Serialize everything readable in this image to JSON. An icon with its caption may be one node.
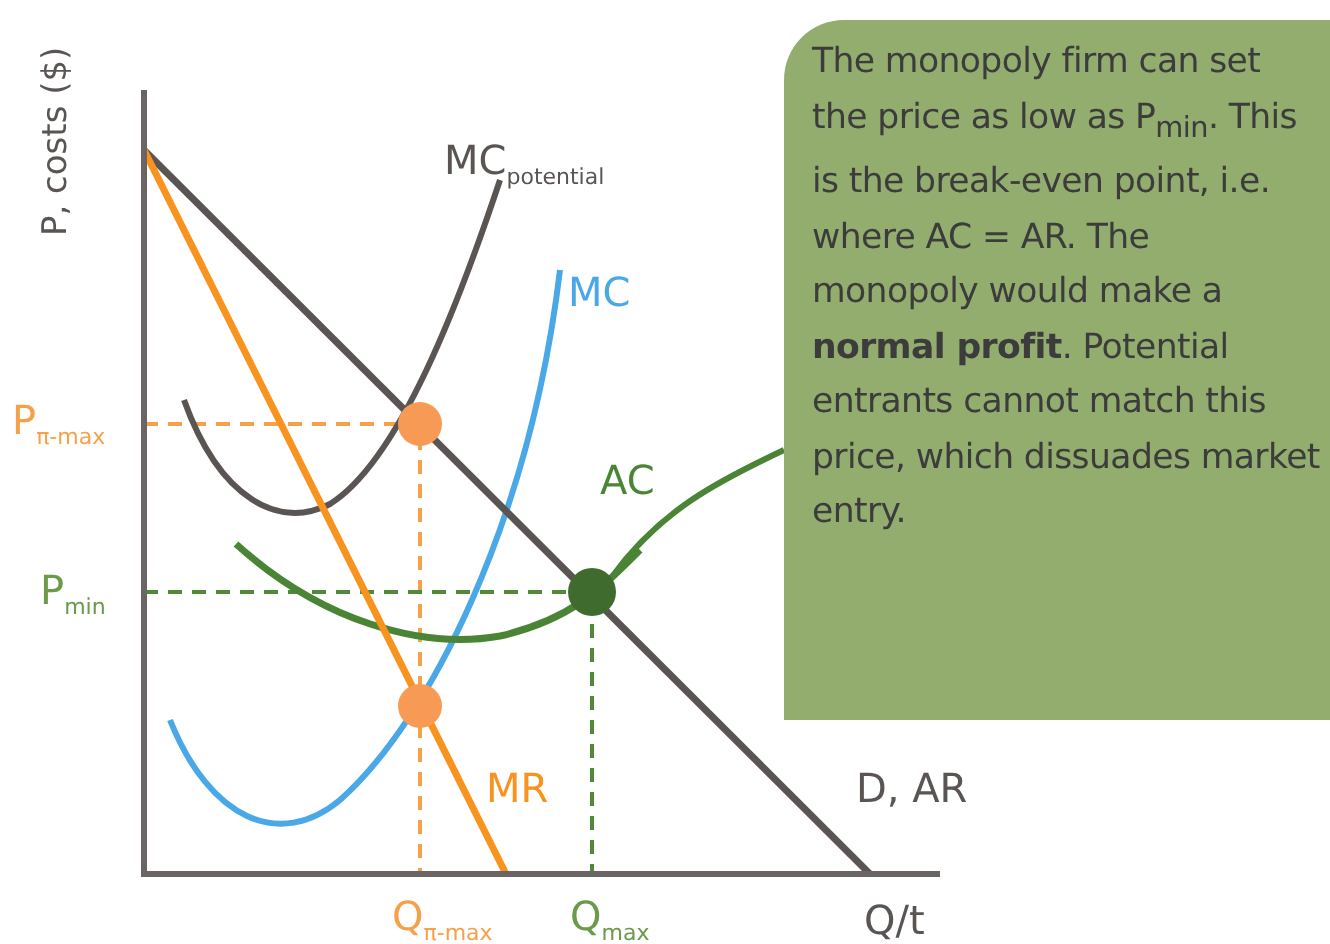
{
  "diagram": {
    "nodes": [
      {
        "text": [
          "The monopoly firm can set the price as low as P$_{min}$. This is the break-even point, i.e. where AC = AR. The monopoly would make a **normal profit**. Potential entrants cannot match this price, which dissuades market entry."
        ]
      },
      {
        "text": [],
        "shape": "circle"
      }
    ],
    "edges": [
      {
        "from": 0,
        "to": 1,
        "arrow": "none"
      }
    ],
    "labels": [
      "P, costs ($)",
      "MC$_{potential}$",
      "MC",
      "P$_{π-max}$",
      "AC",
      "P$_{min}$",
      "MR",
      "D, AR",
      "Q$_{π-max}$",
      "Q$_{max}$",
      "Q/t"
    ]
  }
}
